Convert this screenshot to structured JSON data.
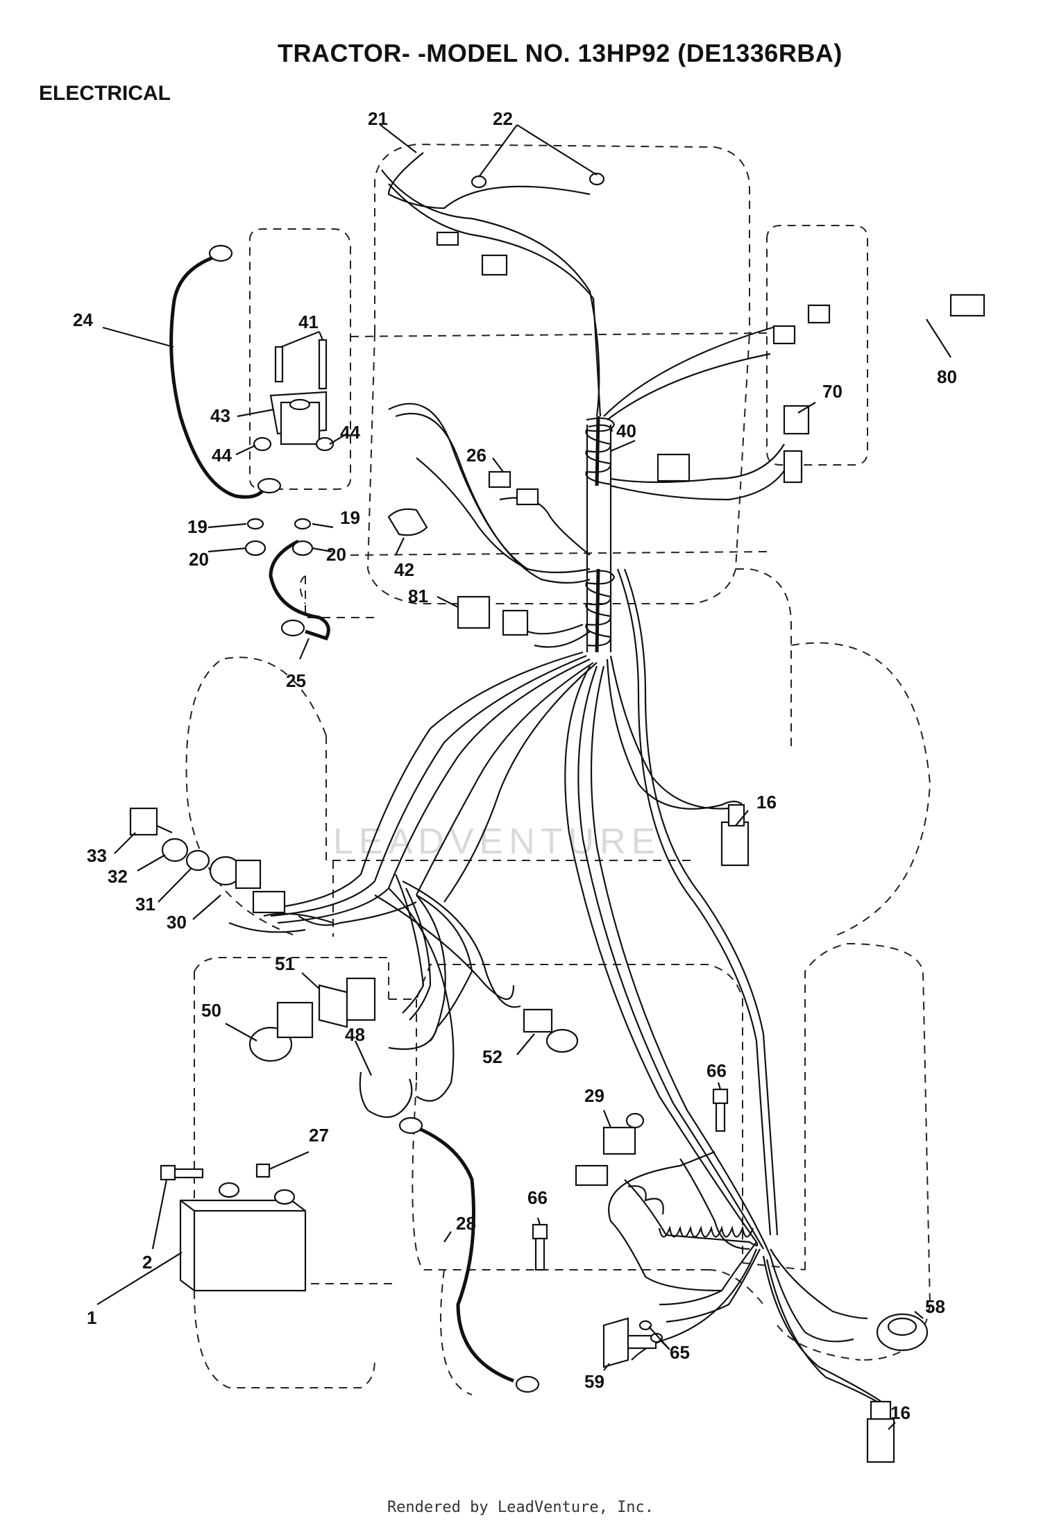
{
  "header": {
    "title": "TRACTOR- -MODEL NO. 13HP92 (DE1336RBA)",
    "section": "ELECTRICAL"
  },
  "watermark": "LEADVENTURE",
  "footer": "Rendered by LeadVenture, Inc.",
  "callouts": [
    "21",
    "22",
    "24",
    "41",
    "43",
    "44",
    "44",
    "26",
    "40",
    "70",
    "80",
    "19",
    "19",
    "20",
    "20",
    "42",
    "81",
    "25",
    "16",
    "33",
    "32",
    "31",
    "30",
    "51",
    "50",
    "48",
    "52",
    "66",
    "29",
    "27",
    "2",
    "1",
    "28",
    "66",
    "58",
    "65",
    "59",
    "16"
  ]
}
